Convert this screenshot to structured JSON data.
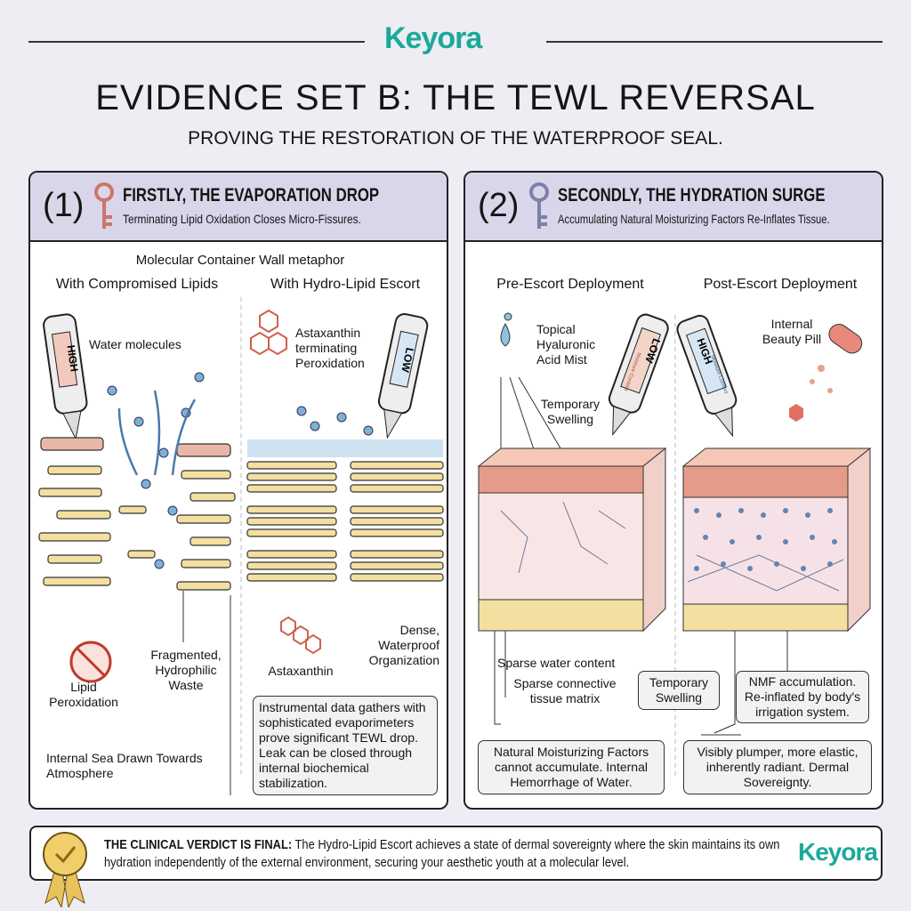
{
  "brand": {
    "name": "Keyora",
    "color": "#1aa99a"
  },
  "header": {
    "title": "EVIDENCE SET B: THE TEWL REVERSAL",
    "subtitle": "PROVING THE RESTORATION OF THE WATERPROOF SEAL."
  },
  "panel1": {
    "number": "(1)",
    "title": "FIRSTLY, THE EVAPORATION DROP",
    "subtitle": "Terminating Lipid Oxidation Closes Micro-Fissures.",
    "caption": "Molecular Container Wall metaphor",
    "left_heading": "With Compromised Lipids",
    "right_heading": "With Hydro-Lipid Escort",
    "left_meter": "HIGH",
    "right_meter": "LOW",
    "labels": {
      "water": "Water molecules",
      "lipid_perox": "Lipid Peroxidation",
      "fragmented": "Fragmented, Hydrophilic Waste",
      "internal_sea": "Internal Sea Drawn Towards Atmosphere",
      "astax_term": "Astaxanthin terminating Peroxidation",
      "astax": "Astaxanthin",
      "dense": "Dense, Waterproof Organization"
    },
    "note": "Instrumental data gathers with sophisticated evaporimeters prove significant TEWL drop. Leak can be closed through internal biochemical stabilization."
  },
  "panel2": {
    "number": "(2)",
    "title": "SECONDLY, THE HYDRATION SURGE",
    "subtitle": "Accumulating Natural Moisturizing Factors Re-Inflates Tissue.",
    "left_heading": "Pre-Escort Deployment",
    "right_heading": "Post-Escort Deployment",
    "left_meter": "LOW",
    "left_meter_sub": "Moisture Content",
    "right_meter": "HIGH",
    "right_meter_sub": "Moisture Content",
    "labels": {
      "mist": "Topical Hyaluronic Acid Mist",
      "temp_swelling": "Temporary Swelling",
      "pill": "Internal Beauty Pill",
      "sparse_water": "Sparse water content",
      "sparse_matrix": "Sparse connective tissue matrix",
      "temp_box": "Temporary Swelling",
      "nmf": "NMF accumulation. Re-inflated by body's irrigation system."
    },
    "note_left": "Natural Moisturizing Factors cannot accumulate. Internal Hemorrhage of Water.",
    "note_right": "Visibly plumper, more elastic, inherently radiant. Dermal Sovereignty."
  },
  "footer": {
    "lead": "THE CLINICAL VERDICT IS FINAL:",
    "text": " The Hydro-Lipid Escort achieves a state of dermal sovereignty where the skin maintains its own hydration independently of the external environment, securing your aesthetic youth at a molecular level.",
    "logo": "Keyora"
  }
}
